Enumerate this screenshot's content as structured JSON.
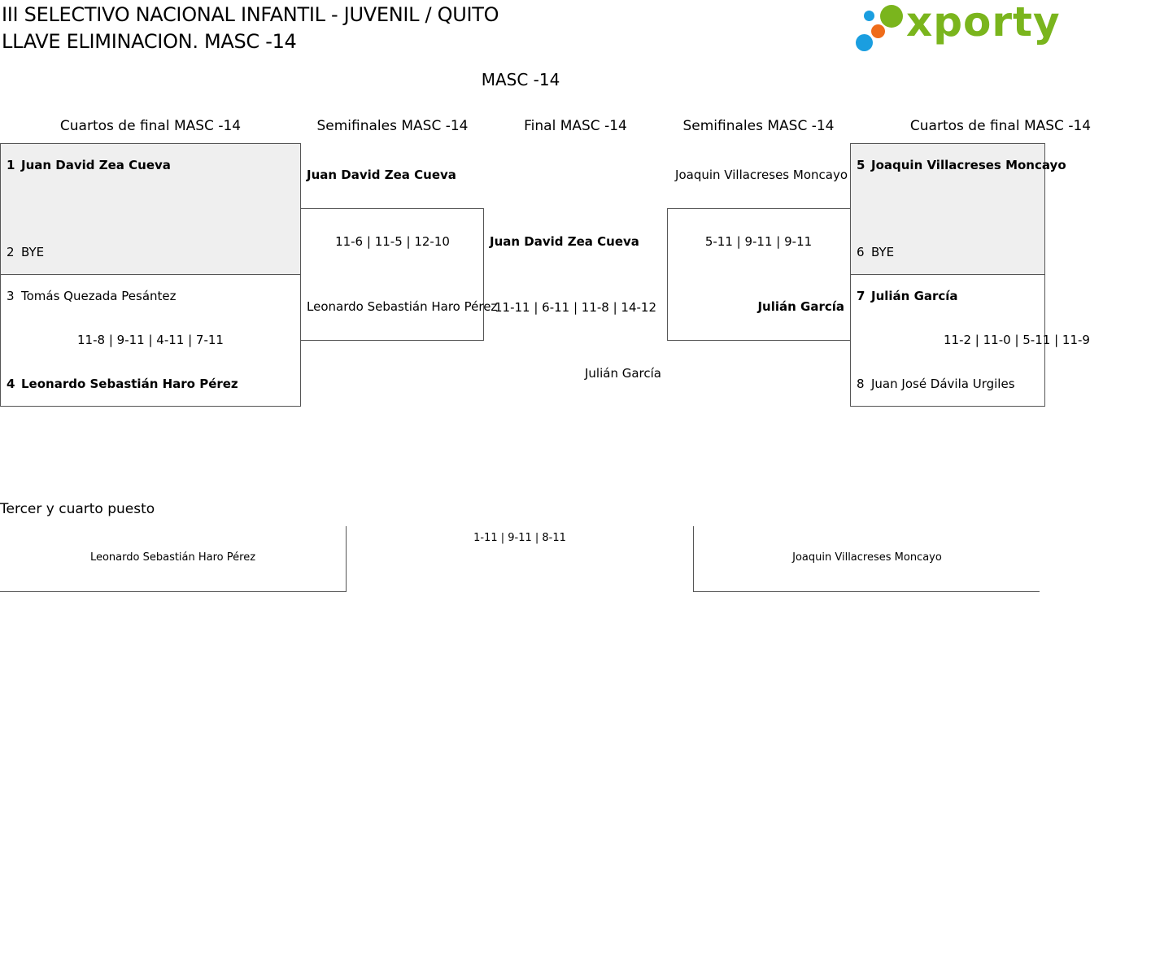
{
  "header": {
    "title_line1": "III SELECTIVO NACIONAL INFANTIL - JUVENIL / QUITO",
    "title_line2": "LLAVE ELIMINACION. MASC -14"
  },
  "logo": {
    "text": "xporty",
    "colors": {
      "blue": "#1a9ee0",
      "orange": "#ef6c1a",
      "green": "#7ab51d"
    }
  },
  "category_title": "MASC -14",
  "rounds": {
    "quarter_left": "Cuartos de final MASC -14",
    "semi_left": "Semifinales MASC -14",
    "final": "Final MASC -14",
    "semi_right": "Semifinales MASC -14",
    "quarter_right": "Cuartos de final MASC -14"
  },
  "quarterfinals_left": [
    {
      "p1": {
        "seed": "1",
        "name": "Juan David Zea Cueva"
      },
      "p2": {
        "seed": "2",
        "name": "BYE"
      },
      "score": ""
    },
    {
      "p1": {
        "seed": "3",
        "name": "Tomás Quezada Pesántez"
      },
      "p2": {
        "seed": "4",
        "name": "Leonardo Sebastián Haro Pérez"
      },
      "score": "11-8 | 9-11 | 4-11 | 7-11"
    }
  ],
  "quarterfinals_right": [
    {
      "p1": {
        "seed": "5",
        "name": "Joaquin Villacreses Moncayo"
      },
      "p2": {
        "seed": "6",
        "name": "BYE"
      },
      "score": ""
    },
    {
      "p1": {
        "seed": "7",
        "name": "Julián García"
      },
      "p2": {
        "seed": "8",
        "name": "Juan José Dávila Urgiles"
      },
      "score": "11-2 | 11-0 | 5-11 | 11-9"
    }
  ],
  "semifinal_left": {
    "p1": "Juan David Zea Cueva",
    "p2": "Leonardo Sebastián Haro Pérez",
    "score": "11-6 | 11-5 | 12-10"
  },
  "semifinal_right": {
    "p1": "Joaquin Villacreses Moncayo",
    "p2": "Julián García",
    "score": "5-11 | 9-11 | 9-11"
  },
  "final": {
    "p1": "Juan David Zea Cueva",
    "p2": "Julián García",
    "score": "11-11 | 6-11 | 11-8 | 14-12"
  },
  "third_place": {
    "title": "Tercer y cuarto puesto",
    "p1": "Leonardo Sebastián Haro Pérez",
    "p2": "Joaquin Villacreses Moncayo",
    "score": "1-11 | 9-11 | 8-11"
  }
}
